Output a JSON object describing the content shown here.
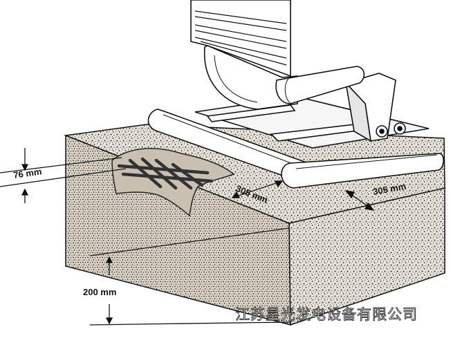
{
  "diagram": {
    "dimensions": {
      "top_depth_left": "76 mm",
      "top_offset_front": "305 mm",
      "top_offset_side": "305 mm",
      "slab_thickness": "200 mm"
    },
    "watermark": "江苏星光发电设备有限公司"
  },
  "colors": {
    "concrete_speckle": "#222222",
    "concrete_base": "#e9e3d8",
    "cut_area": "#c9c0b2",
    "rebar": "#333333",
    "outline": "#111111"
  }
}
